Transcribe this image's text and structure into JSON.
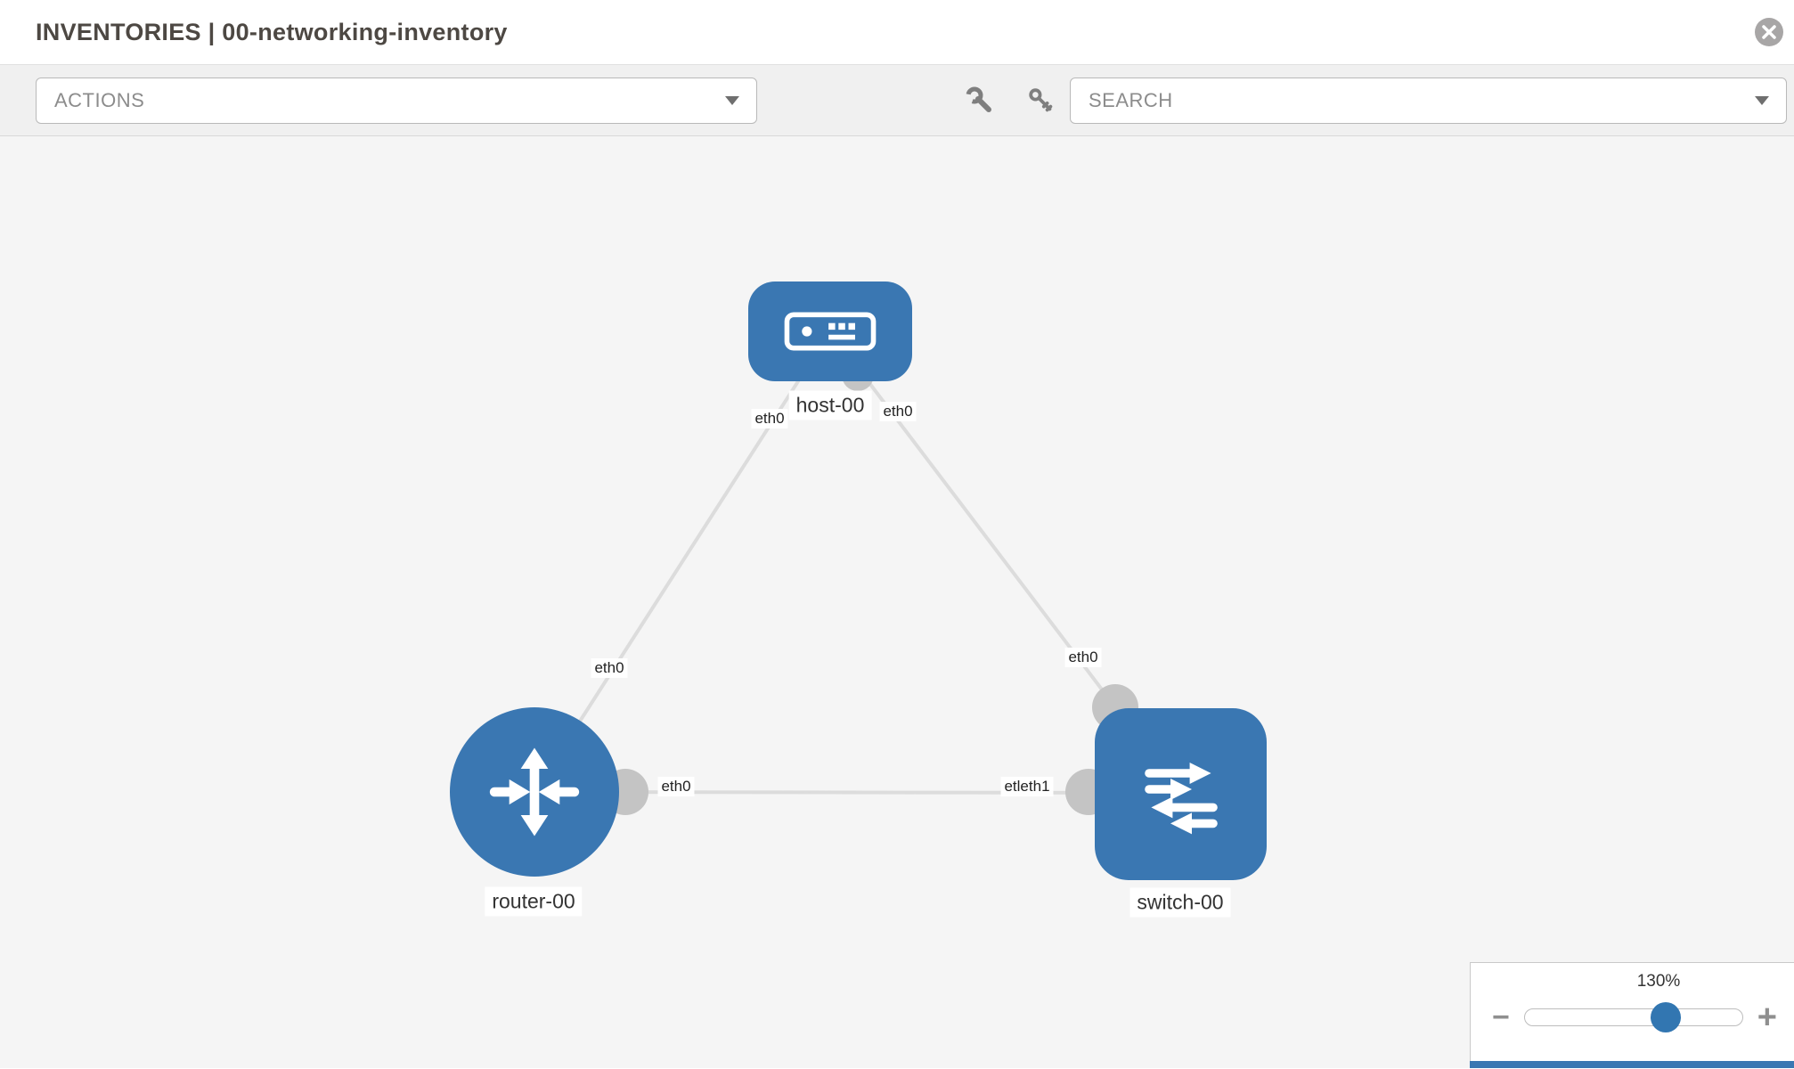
{
  "header": {
    "title": "INVENTORIES | 00-networking-inventory"
  },
  "toolbar": {
    "actions_placeholder": "ACTIONS",
    "search_placeholder": "SEARCH"
  },
  "topology": {
    "nodes": [
      {
        "id": "host-00",
        "label": "host-00",
        "type": "host"
      },
      {
        "id": "router-00",
        "label": "router-00",
        "type": "router"
      },
      {
        "id": "switch-00",
        "label": "switch-00",
        "type": "switch"
      }
    ],
    "links": [
      {
        "from": "host-00",
        "to": "router-00"
      },
      {
        "from": "host-00",
        "to": "switch-00"
      },
      {
        "from": "router-00",
        "to": "switch-00"
      }
    ],
    "interface_labels": {
      "host_left": "eth0",
      "host_right": "eth0",
      "router_top": "eth0",
      "switch_top": "eth0",
      "router_right": "eth0",
      "switch_left": "etleth1"
    }
  },
  "zoom": {
    "level": "130%",
    "minus_label": "−",
    "plus_label": "+"
  },
  "icons": {
    "close": "close-icon",
    "wrench": "wrench-icon",
    "key": "key-icon",
    "chevron": "chevron-down-icon"
  },
  "colors": {
    "node_blue": "#3a77b2",
    "link_gray": "#dcdcdc",
    "connector_gray": "#c4c4c4",
    "toolbar_gray": "#f0f0f0",
    "canvas_gray": "#f5f5f5"
  }
}
